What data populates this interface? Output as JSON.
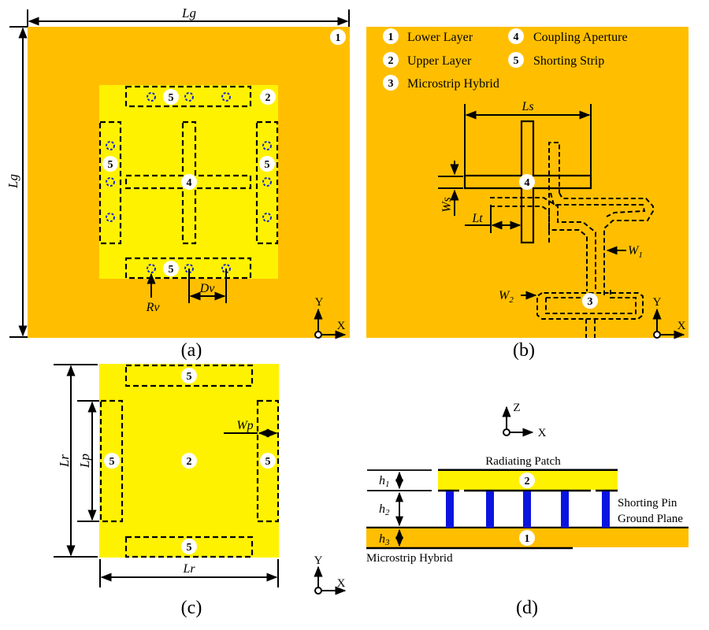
{
  "colors": {
    "lower_layer": "#FFBF00",
    "upper_layer": "#FFF200",
    "pin": "#0A14E0",
    "line": "#000000",
    "badge": "#FFFFFF"
  },
  "panels": {
    "a": {
      "caption": "(a)",
      "dims": {
        "Lg_top": "Lg",
        "Lg_left": "Lg",
        "Rv": "Rv",
        "Dv": "Dv"
      },
      "badges": {
        "lower": "1",
        "upper": "2",
        "aperture": "4",
        "strip": "5"
      },
      "axes": {
        "x": "X",
        "y": "Y"
      }
    },
    "b": {
      "caption": "(b)",
      "legend": [
        {
          "num": "1",
          "label": "Lower Layer"
        },
        {
          "num": "2",
          "label": "Upper Layer"
        },
        {
          "num": "3",
          "label": "Microstrip Hybrid"
        },
        {
          "num": "4",
          "label": "Coupling Aperture"
        },
        {
          "num": "5",
          "label": "Shorting Strip"
        }
      ],
      "dims": {
        "Ls": "Ls",
        "Ws": "Ws",
        "Lt": "Lt",
        "W1": "W",
        "W1_sub": "1",
        "W2": "W",
        "W2_sub": "2"
      },
      "badges": {
        "aperture": "4",
        "hybrid": "3"
      },
      "axes": {
        "x": "X",
        "y": "Y"
      }
    },
    "c": {
      "caption": "(c)",
      "dims": {
        "Lr_left": "Lr",
        "Lp": "Lp",
        "Wp": "Wp",
        "Lr_bottom": "Lr"
      },
      "badges": {
        "upper": "2",
        "strip": "5"
      },
      "axes": {
        "x": "X",
        "y": "Y"
      }
    },
    "d": {
      "caption": "(d)",
      "labels": {
        "radiating_patch": "Radiating Patch",
        "shorting_pin": "Shorting Pin",
        "ground_plane": "Ground Plane",
        "microstrip_hybrid": "Microstrip Hybrid"
      },
      "dims": {
        "h1": "h",
        "h1_sub": "1",
        "h2": "h",
        "h2_sub": "2",
        "h3": "h",
        "h3_sub": "3"
      },
      "badges": {
        "upper": "2",
        "lower": "1"
      },
      "axes": {
        "x": "X",
        "z": "Z"
      }
    }
  }
}
